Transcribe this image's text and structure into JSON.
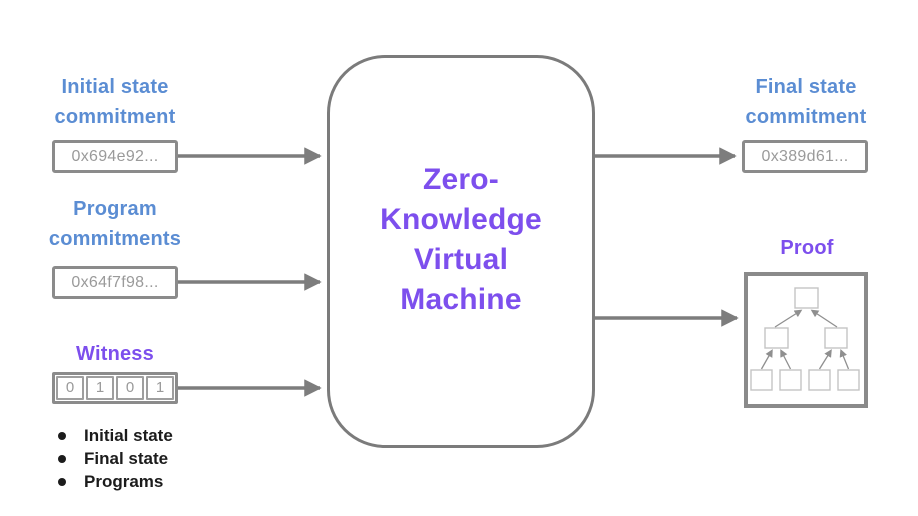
{
  "colors": {
    "blue_label": "#5b8dd3",
    "purple_label": "#7d4fed",
    "arrow_gray": "#7d7d7d",
    "box_border_gray": "#8b8b8b",
    "hash_text_gray": "#9a9a9a",
    "bullet_text": "#1c1c1c"
  },
  "inputs": {
    "initial_state": {
      "label": "Initial state\ncommitment",
      "value": "0x694e92..."
    },
    "program": {
      "label": "Program\ncommitments",
      "value": "0x64f7f98..."
    },
    "witness": {
      "label": "Witness",
      "bits": [
        "0",
        "1",
        "0",
        "1"
      ],
      "items": [
        "Initial state",
        "Final state",
        "Programs"
      ]
    }
  },
  "center_box": {
    "label": "Zero-\nKnowledge\nVirtual\nMachine"
  },
  "outputs": {
    "final_state": {
      "label": "Final state\ncommitment",
      "value": "0x389d61..."
    },
    "proof": {
      "label": "Proof",
      "tree_levels": [
        1,
        2,
        4
      ]
    }
  }
}
